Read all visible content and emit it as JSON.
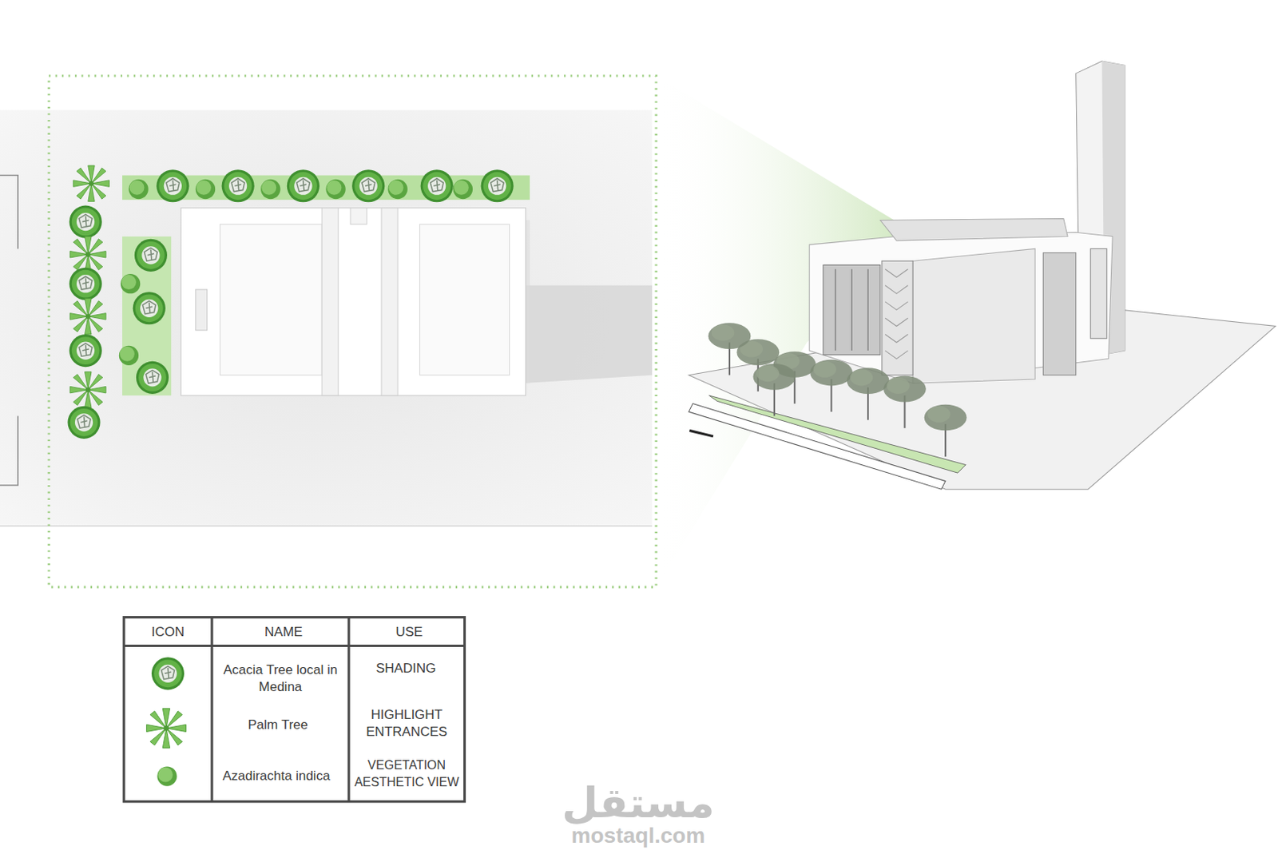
{
  "diagram": {
    "labels": [
      "ICON",
      "NAME",
      "USE",
      "SHADING",
      "HIGHLIGHT ENTRANCES",
      "VEGETATION AESTHETIC VIEW",
      "مستقل",
      "mostaql.com"
    ],
    "legend": [
      {
        "text": "Acacia Tree local in Medina"
      },
      {
        "text": "Palm Tree"
      },
      {
        "text": "Azadirachta indica"
      }
    ]
  }
}
